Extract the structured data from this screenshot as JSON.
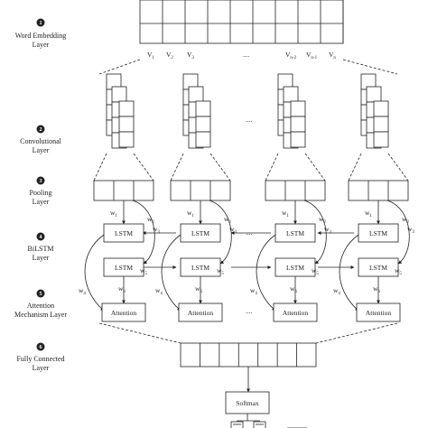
{
  "layers": [
    {
      "num": "1",
      "line1": "Word Embedding",
      "line2": "Layer"
    },
    {
      "num": "2",
      "line1": "Convolutional",
      "line2": "Layer"
    },
    {
      "num": "3",
      "line1": "Pooling",
      "line2": "Layer"
    },
    {
      "num": "4",
      "line1": "BiLSTM",
      "line2": "Layer"
    },
    {
      "num": "5",
      "line1": "Attention",
      "line2": "Mechanism Layer"
    },
    {
      "num": "6",
      "line1": "Fully Connected",
      "line2": "Layer"
    }
  ],
  "vectors": [
    {
      "main": "V",
      "sub": "1"
    },
    {
      "main": "V",
      "sub": "2"
    },
    {
      "main": "V",
      "sub": "3"
    },
    {
      "main": "V",
      "sub": "n-2"
    },
    {
      "main": "V",
      "sub": "n-1"
    },
    {
      "main": "V",
      "sub": "n"
    }
  ],
  "ellipsis": "....",
  "nodes": {
    "lstm": "LSTM",
    "attention": "Attention",
    "softmax": "Softmax"
  },
  "weights": {
    "w1": {
      "main": "w",
      "sub": "1"
    },
    "w2": {
      "main": "w",
      "sub": "2"
    },
    "w3": {
      "main": "w",
      "sub": "3"
    },
    "w4": {
      "main": "w",
      "sub": "4"
    },
    "w5": {
      "main": "w",
      "sub": "5"
    },
    "w6": {
      "main": "w",
      "sub": "6"
    }
  },
  "colors": {
    "stroke": "#222222",
    "marker": "#222222"
  }
}
